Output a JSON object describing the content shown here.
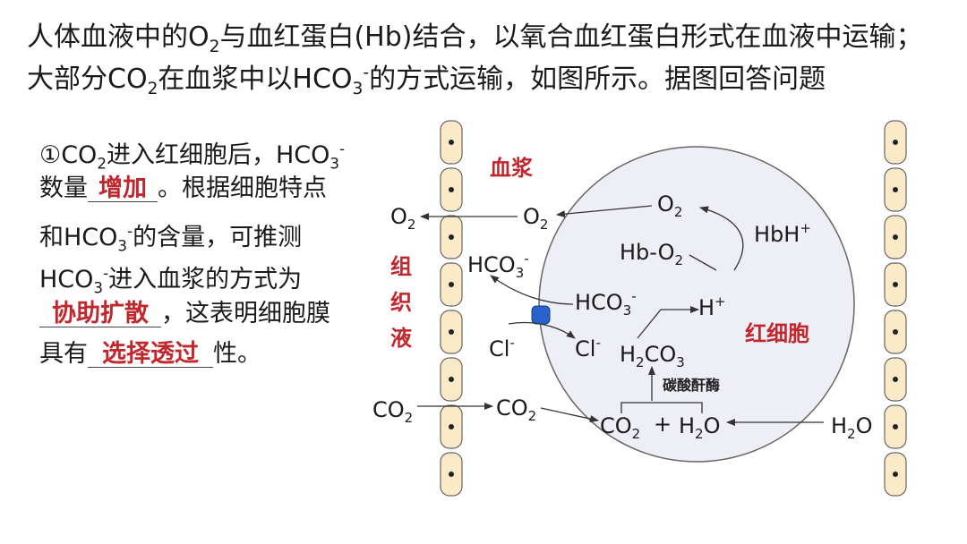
{
  "title": {
    "line1_a": "人体血液中的O",
    "line1_b": "2",
    "line1_c": "与血红蛋白(Hb)结合，以氧合血红蛋白形式在血液中运输；",
    "line2_a": "大部分CO",
    "line2_b": "2",
    "line2_c": "在血浆中以HCO",
    "line2_d": "3",
    "line2_e": "-",
    "line2_f": "的方式运输，如图所示。据图回答问题"
  },
  "question": {
    "l1_a": "①CO",
    "l1_b": "2",
    "l1_c": "进入红细胞后，HCO",
    "l1_d": "3",
    "l1_e": "-",
    "l2_a": "数量",
    "l2_ans": "增加",
    "l2_b": "。根据细胞特点",
    "l3_a": "和HCO",
    "l3_b": "3",
    "l3_c": "-",
    "l3_d": "的含量，可推测",
    "l4_a": "HCO",
    "l4_b": "3",
    "l4_c": "-",
    "l4_d": "进入血浆的方式为",
    "l5_ans": "协助扩散",
    "l5_b": "，这表明细胞膜",
    "l6_a": "具有",
    "l6_ans": "选择透过",
    "l6_b": "性。"
  },
  "diagram": {
    "region_plasma": "血浆",
    "region_tissue_1": "组",
    "region_tissue_2": "织",
    "region_tissue_3": "液",
    "region_rbc": "红细胞",
    "enzyme": "碳酸酐酶",
    "o2_base": "O",
    "co2_base": "CO",
    "sub2": "2",
    "sub3": "3",
    "hco_base": "HCO",
    "minus": "-",
    "plus": "+",
    "cl": "Cl",
    "hb_o2": "Hb-O",
    "hbh": "HbH",
    "h": "H",
    "h2co3_a": "H",
    "h2co3_b": "CO",
    "h2o_a": "H",
    "h2o_b": "O",
    "plus_sign": "+"
  },
  "colors": {
    "accent_red": "#c0282d",
    "capillary_fill": "#fbe9c7",
    "cell_fill": "#eeeff6",
    "channel_blue": "#2a62c9"
  }
}
